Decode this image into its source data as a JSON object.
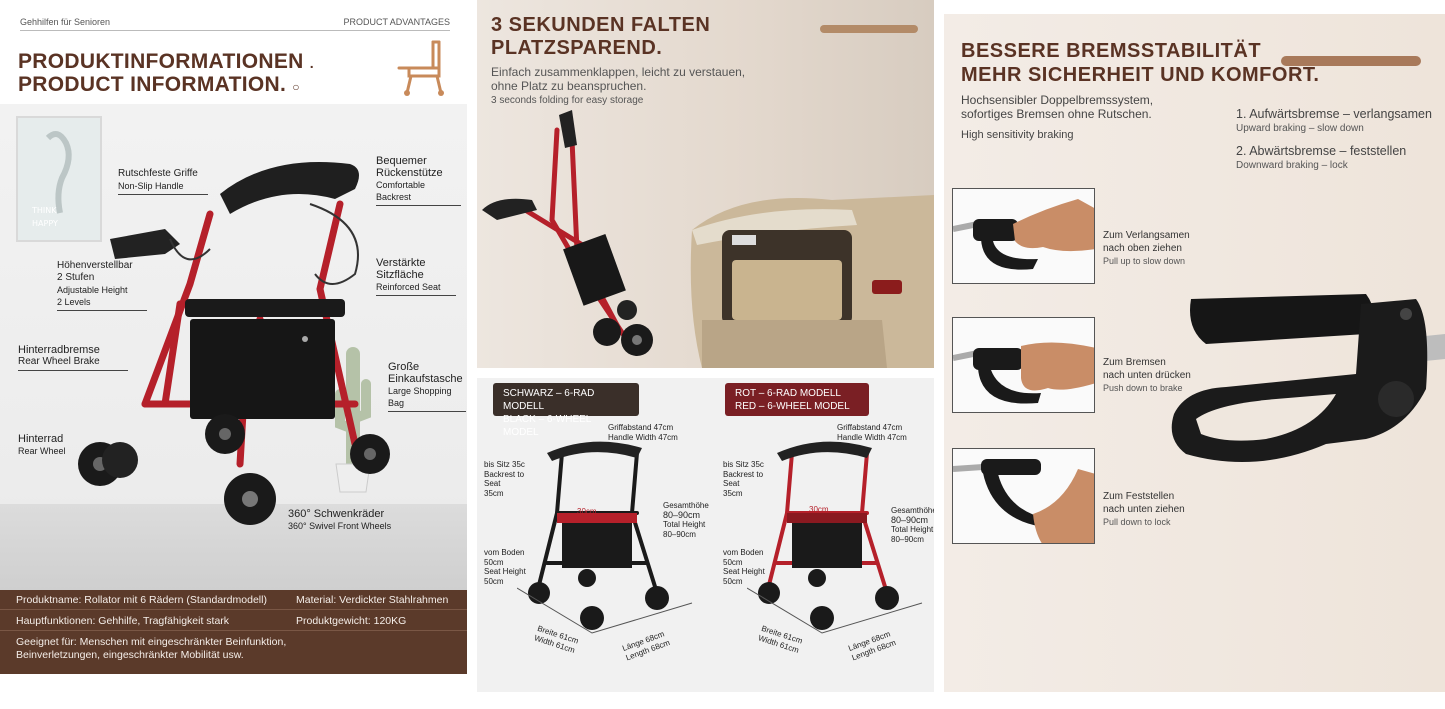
{
  "colors": {
    "brown": "#5a3324",
    "spec_bg": "#5b3a2a",
    "accent_pill": "#b38b68",
    "frame_red": "#b5202a"
  },
  "panel1": {
    "top_left": "Gehhilfen für Senioren",
    "top_right": "PRODUCT ADVANTAGES",
    "title_de": "PRODUKTINFORMATIONEN",
    "title_en": "PRODUCT INFORMATION.",
    "labels": {
      "griffe_de": "Rutschfeste Griffe",
      "griffe_en": "Non-Slip Handle",
      "ruecken_de1": "Bequemer",
      "ruecken_de2": "Rückenstütze",
      "ruecken_en": "Comfortable Backrest",
      "hoehe_de1": "Höhenverstellbar",
      "hoehe_de2": "2 Stufen",
      "hoehe_en1": "Adjustable Height",
      "hoehe_en2": "2 Levels",
      "sitz_de1": "Verstärkte",
      "sitz_de2": "Sitzfläche",
      "sitz_en": "Reinforced Seat",
      "bremse_de": "Hinterradbremse",
      "bremse_en": "Rear Wheel Brake",
      "tasche_de1": "Große",
      "tasche_de2": "Einkaufstasche",
      "tasche_en": "Large Shopping Bag",
      "rad_de": "Hinterrad",
      "rad_en": "Rear Wheel",
      "schwenk_de": "360° Schwenkräder",
      "schwenk_en": "360° Swivel Front Wheels"
    },
    "spec": {
      "name": "Produktname: Rollator mit 6 Rädern (Standardmodell)",
      "material": "Material: Verdickter Stahlrahmen",
      "funktionen": "Hauptfunktionen: Gehhilfe, Tragfähigkeit stark",
      "gewicht": "Produktgewicht: 120KG",
      "geeignet": "Geeignet für: Menschen mit eingeschränkter Beinfunktion, Beinverletzungen, eingeschränkter Mobilität usw."
    }
  },
  "panel2": {
    "heading_1": "3 SEKUNDEN FALTEN",
    "heading_2": "PLATZSPAREND.",
    "desc_de": "Einfach zusammenklappen, leicht zu verstauen, ohne Platz zu beanspruchen.",
    "desc_en": "3 seconds folding for easy storage"
  },
  "panel3": {
    "black_badge_1": "SCHWARZ – 6-RAD MODELL",
    "black_badge_2": "BLACK – 6-WHEEL MODEL",
    "red_badge_1": "ROT – 6-RAD MODELL",
    "red_badge_2": "RED – 6-WHEEL MODEL",
    "griff_de": "Griffabstand 47cm",
    "griff_en": "Handle Width 47cm",
    "gesamt_de": "Gesamthöhe",
    "gesamt_val": "80–90cm",
    "total_en1": "Total Height",
    "total_en2": "80–90cm",
    "rueck_de": "bis Sitz 35c",
    "rueck_en1": "Backrest to",
    "rueck_en2": "Seat",
    "rueck_en3": "35cm",
    "boden_de": "vom Boden",
    "boden_val": "50cm",
    "seat_en": "Seat Height",
    "seat_val": "50cm",
    "breite_de": "Breite 61cm",
    "breite_en": "Width 61cm",
    "laenge_de": "Länge 68cm",
    "laenge_en": "Length 68cm",
    "seat_mark": "30cm"
  },
  "panel4": {
    "heading_1": "BESSERE BREMSSTABILITÄT",
    "heading_2": "MEHR SICHERHEIT UND KOMFORT.",
    "desc_de_1": "Hochsensibler Doppelbremssystem,",
    "desc_de_2": "sofortiges Bremsen ohne Rutschen.",
    "desc_en": "High sensitivity braking",
    "step1_de": "1. Aufwärtsbremse – verlangsamen",
    "step1_en": "Upward braking – slow down",
    "step2_de": "2. Abwärtsbremse – feststellen",
    "step2_en": "Downward braking – lock",
    "cap1_de1": "Zum Verlangsamen",
    "cap1_de2": "nach oben ziehen",
    "cap1_en": "Pull up to slow down",
    "cap2_de1": "Zum Bremsen",
    "cap2_de2": "nach unten drücken",
    "cap2_en": "Push down to brake",
    "cap3_de1": "Zum Feststellen",
    "cap3_de2": "nach unten ziehen",
    "cap3_en": "Pull down to lock"
  }
}
